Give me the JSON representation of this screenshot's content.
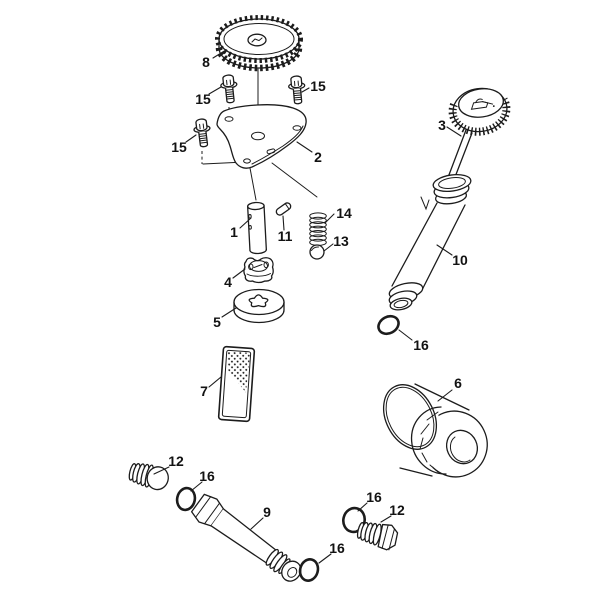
{
  "figure": {
    "kind": "exploded-parts-diagram",
    "background_color": "#ffffff",
    "line_color": "#1c1c1c",
    "callouts": [
      {
        "text": "8"
      },
      {
        "text": "15"
      },
      {
        "text": "15"
      },
      {
        "text": "15"
      },
      {
        "text": "2"
      },
      {
        "text": "1"
      },
      {
        "text": "11"
      },
      {
        "text": "14"
      },
      {
        "text": "13"
      },
      {
        "text": "4"
      },
      {
        "text": "5"
      },
      {
        "text": "7"
      },
      {
        "text": "3"
      },
      {
        "text": "10"
      },
      {
        "text": "16"
      },
      {
        "text": "6"
      },
      {
        "text": "12"
      },
      {
        "text": "16"
      },
      {
        "text": "9"
      },
      {
        "text": "16"
      },
      {
        "text": "16"
      },
      {
        "text": "12"
      }
    ]
  }
}
